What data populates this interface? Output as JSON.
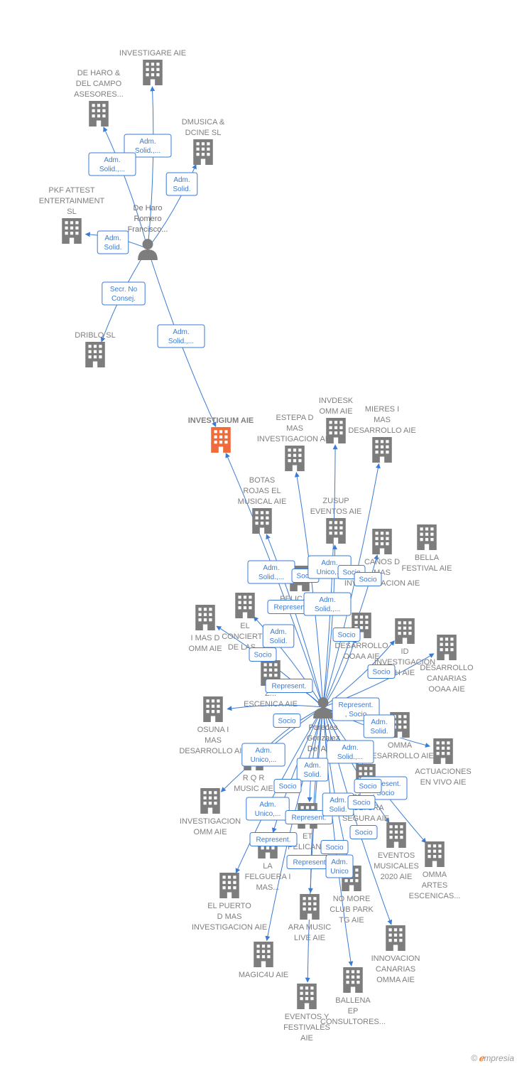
{
  "colors": {
    "edge": "#3a7bd5",
    "building": "#7d7d7d",
    "main": "#f06a3a",
    "person": "#7d7d7d",
    "labelBoxBorder": "#3a7bd5"
  },
  "credit": {
    "symbol": "©",
    "brand_e": "ℯ",
    "brand_rest": "mpresia"
  },
  "nodes": [
    {
      "id": "investigare",
      "type": "company",
      "lines": [
        "INVESTIGARE AIE"
      ]
    },
    {
      "id": "deharo_asesores",
      "type": "company",
      "lines": [
        "DE HARO &",
        "DEL CAMPO",
        "ASESORES..."
      ]
    },
    {
      "id": "dmusica",
      "type": "company",
      "lines": [
        "DMUSICA &",
        "DCINE  SL"
      ]
    },
    {
      "id": "pkf",
      "type": "company",
      "lines": [
        "PKF ATTEST",
        "ENTERTAINMENT",
        "SL"
      ]
    },
    {
      "id": "deharo_person",
      "type": "person",
      "lines": [
        "De Haro",
        "Romero",
        "Francisco..."
      ]
    },
    {
      "id": "driblo",
      "type": "company",
      "lines": [
        "DRIBLO SL"
      ]
    },
    {
      "id": "investigium",
      "type": "main",
      "lines": [
        "INVESTIGIUM AIE"
      ]
    },
    {
      "id": "invdesk",
      "type": "company",
      "lines": [
        "INVDESK",
        "OMM AIE"
      ]
    },
    {
      "id": "estepa",
      "type": "company",
      "lines": [
        "ESTEPA D",
        "MAS",
        "INVESTIGACION AIE"
      ]
    },
    {
      "id": "mieres",
      "type": "company",
      "lines": [
        "MIERES I",
        "MAS",
        "DESARROLLO AIE"
      ]
    },
    {
      "id": "botas",
      "type": "company",
      "lines": [
        "BOTAS",
        "ROJAS EL",
        "MUSICAL AIE"
      ]
    },
    {
      "id": "zusup",
      "type": "company",
      "lines": [
        "ZUSUP",
        "EVENTOS AIE"
      ]
    },
    {
      "id": "bella",
      "type": "company",
      "lines": [
        "BELLA",
        "FESTIVAL  AIE"
      ]
    },
    {
      "id": "canos",
      "type": "company",
      "lines": [
        "CAÑOS D",
        "MAS",
        "INVESTIGACION AIE"
      ]
    },
    {
      "id": "pelicano_d",
      "type": "company",
      "lines": [
        "PELICANO",
        "DESARROLLO"
      ]
    },
    {
      "id": "imasd",
      "type": "company",
      "lines": [
        "I MAS D",
        "OMM AIE"
      ]
    },
    {
      "id": "elconcierto",
      "type": "company",
      "lines": [
        "EL",
        "CONCIERTO",
        "DE LAS..."
      ]
    },
    {
      "id": "desarrollo_ooaa",
      "type": "company",
      "lines": [
        "DESARROLLO",
        "OOAA AIE"
      ]
    },
    {
      "id": "id_inv",
      "type": "company",
      "lines": [
        "ID",
        "INVESTIGACION",
        "H  AIE"
      ]
    },
    {
      "id": "desarrollo_canarias",
      "type": "company",
      "lines": [
        "DESARROLLO",
        "CANARIAS",
        "OOAA  AIE"
      ]
    },
    {
      "id": "z_escenica",
      "type": "company",
      "lines": [
        "Z...",
        "ESCENICA AIE"
      ]
    },
    {
      "id": "paredes",
      "type": "person",
      "lines": [
        "Paredes",
        "Gonzalez",
        "Del Am..."
      ]
    },
    {
      "id": "osuna",
      "type": "company",
      "lines": [
        "OSUNA I",
        "MAS",
        "DESARROLLO AIE"
      ]
    },
    {
      "id": "omma_des",
      "type": "company",
      "lines": [
        "OMMA",
        "DESARROLLO AIE"
      ]
    },
    {
      "id": "actuaciones",
      "type": "company",
      "lines": [
        "ACTUACIONES",
        "EN VIVO AIE"
      ]
    },
    {
      "id": "rqr",
      "type": "company",
      "lines": [
        "R Q R",
        "MUSIC AIE"
      ]
    },
    {
      "id": "grupo_cultura",
      "type": "company",
      "lines": [
        "GRUPO",
        "CULTURA",
        "SEGURA AIE"
      ]
    },
    {
      "id": "investigacion_omm",
      "type": "company",
      "lines": [
        "INVESTIGACION",
        "OMM AIE"
      ]
    },
    {
      "id": "eventos_musicales",
      "type": "company",
      "lines": [
        "EVENTOS",
        "MUSICALES",
        "2020 AIE"
      ]
    },
    {
      "id": "omma_artes",
      "type": "company",
      "lines": [
        "OMMA",
        "ARTES",
        "ESCENICAS..."
      ]
    },
    {
      "id": "felguera",
      "type": "company",
      "lines": [
        "LA",
        "FELGUERA I",
        "MAS..."
      ]
    },
    {
      "id": "pelicano2",
      "type": "company",
      "lines": [
        "ET",
        "PELICANO"
      ]
    },
    {
      "id": "elpuerto",
      "type": "company",
      "lines": [
        "EL PUERTO",
        "D MAS",
        "INVESTIGACION AIE"
      ]
    },
    {
      "id": "nomore",
      "type": "company",
      "lines": [
        "NO MORE",
        "CLUB PARK",
        "TG AIE"
      ]
    },
    {
      "id": "aramusic",
      "type": "company",
      "lines": [
        "ARA MUSIC",
        "LIVE AIE"
      ]
    },
    {
      "id": "innovacion",
      "type": "company",
      "lines": [
        "INNOVACION",
        "CANARIAS",
        "OMMA  AIE"
      ]
    },
    {
      "id": "magic4u",
      "type": "company",
      "lines": [
        "MAGIC4U AIE"
      ]
    },
    {
      "id": "ballena",
      "type": "company",
      "lines": [
        "BALLENA",
        "EP",
        "CONSULTORES..."
      ]
    },
    {
      "id": "eventos_fest",
      "type": "company",
      "lines": [
        "EVENTOS Y",
        "FESTIVALES",
        "AIE"
      ]
    }
  ],
  "edges": [
    {
      "from": "deharo_person",
      "to": "investigare",
      "label": [
        "Adm.",
        "Solid.,..."
      ]
    },
    {
      "from": "deharo_person",
      "to": "deharo_asesores",
      "label": [
        "Adm.",
        "Solid.,..."
      ]
    },
    {
      "from": "deharo_person",
      "to": "dmusica",
      "label": [
        "Adm.",
        "Solid."
      ]
    },
    {
      "from": "deharo_person",
      "to": "pkf",
      "label": [
        "Adm.",
        "Solid."
      ]
    },
    {
      "from": "deharo_person",
      "to": "driblo",
      "label": [
        "Secr.  No",
        "Consej."
      ]
    },
    {
      "from": "deharo_person",
      "to": "investigium",
      "label": [
        "Adm.",
        "Solid.,..."
      ]
    },
    {
      "from": "paredes",
      "to": "investigium",
      "label": [
        "Adm.",
        "Solid.,..."
      ]
    },
    {
      "from": "paredes",
      "to": "estepa",
      "label": [
        "Socio"
      ]
    },
    {
      "from": "paredes",
      "to": "invdesk",
      "label": [
        "Adm.",
        "Unico,..."
      ]
    },
    {
      "from": "paredes",
      "to": "mieres",
      "label": [
        "Socio"
      ]
    },
    {
      "from": "paredes",
      "to": "botas",
      "label": [
        "Represent."
      ]
    },
    {
      "from": "paredes",
      "to": "zusup",
      "label": [
        "Adm.",
        "Solid.,..."
      ]
    },
    {
      "from": "paredes",
      "to": "canos",
      "label": [
        "Socio"
      ]
    },
    {
      "from": "paredes",
      "to": "imasd",
      "label": [
        "Adm.",
        "Solid."
      ]
    },
    {
      "from": "paredes",
      "to": "desarrollo_ooaa",
      "label": [
        "Socio"
      ]
    },
    {
      "from": "paredes",
      "to": "id_inv",
      "label": [
        "Socio"
      ]
    },
    {
      "from": "paredes",
      "to": "elconcierto",
      "label": [
        "Socio"
      ]
    },
    {
      "from": "paredes",
      "to": "z_escenica",
      "label": [
        "Represent."
      ]
    },
    {
      "from": "paredes",
      "to": "desarrollo_canarias",
      "label": [
        "Represent.",
        ", Socio"
      ]
    },
    {
      "from": "paredes",
      "to": "osuna",
      "label": [
        "Socio"
      ]
    },
    {
      "from": "paredes",
      "to": "omma_des",
      "label": [
        "Adm.",
        "Solid."
      ]
    },
    {
      "from": "paredes",
      "to": "rqr",
      "label": [
        "Adm.",
        "Unico,..."
      ]
    },
    {
      "from": "paredes",
      "to": "actuaciones",
      "label": [
        "Represent.",
        ", Socio"
      ]
    },
    {
      "from": "paredes",
      "to": "grupo_cultura",
      "label": [
        "Adm.",
        "Solid.,..."
      ]
    },
    {
      "from": "paredes",
      "to": "investigacion_omm",
      "label": [
        "Adm.",
        "Unico,..."
      ]
    },
    {
      "from": "paredes",
      "to": "felguera",
      "label": [
        "Adm.",
        "Solid."
      ]
    },
    {
      "from": "paredes",
      "to": "eventos_musicales",
      "label": [
        "Socio"
      ]
    },
    {
      "from": "paredes",
      "to": "omma_artes",
      "label": [
        "Socio"
      ]
    },
    {
      "from": "paredes",
      "to": "elpuerto",
      "label": [
        "Represent."
      ]
    },
    {
      "from": "paredes",
      "to": "pelicano2",
      "label": [
        "Represent."
      ]
    },
    {
      "from": "paredes",
      "to": "nomore",
      "label": [
        "Adm.",
        "Solid."
      ]
    },
    {
      "from": "paredes",
      "to": "aramusic",
      "label": [
        "Represent."
      ]
    },
    {
      "from": "paredes",
      "to": "innovacion",
      "label": [
        "Socio"
      ]
    },
    {
      "from": "paredes",
      "to": "magic4u",
      "label": [
        "Socio"
      ]
    },
    {
      "from": "paredes",
      "to": "ballena",
      "label": [
        "Adm.",
        "Unico"
      ]
    },
    {
      "from": "paredes",
      "to": "eventos_fest",
      "label": [
        "Socio"
      ]
    }
  ]
}
